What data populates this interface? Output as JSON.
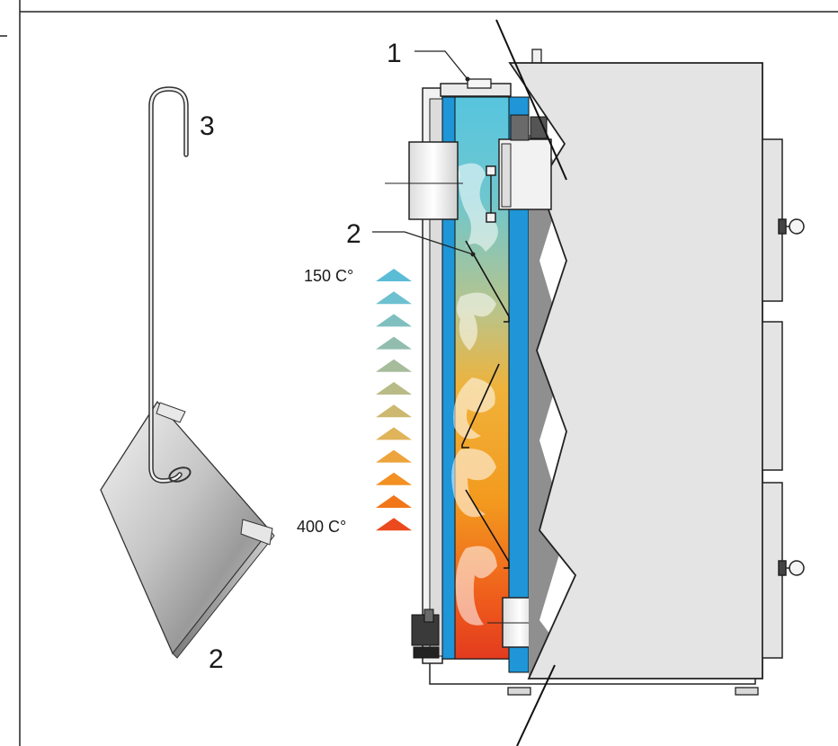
{
  "labels": {
    "hook_label": "3",
    "plate_label": "2",
    "cover_label": "1",
    "baffle_label": "2"
  },
  "temperature_scale": {
    "top_label": "150 C°",
    "bottom_label": "400 C°",
    "arrow_colors": [
      "#5bbcd6",
      "#6dc0cf",
      "#7fbfbf",
      "#92bdae",
      "#a6bc9b",
      "#b9bb86",
      "#ccb86f",
      "#e0b45a",
      "#eda43c",
      "#f39022",
      "#f27518",
      "#ea4a1e"
    ]
  },
  "colors": {
    "water_jacket": "#1e96d8",
    "casing": "#e4e4e4",
    "casing_shadow": "#8f8f8f",
    "outline": "#1a1a1a"
  }
}
